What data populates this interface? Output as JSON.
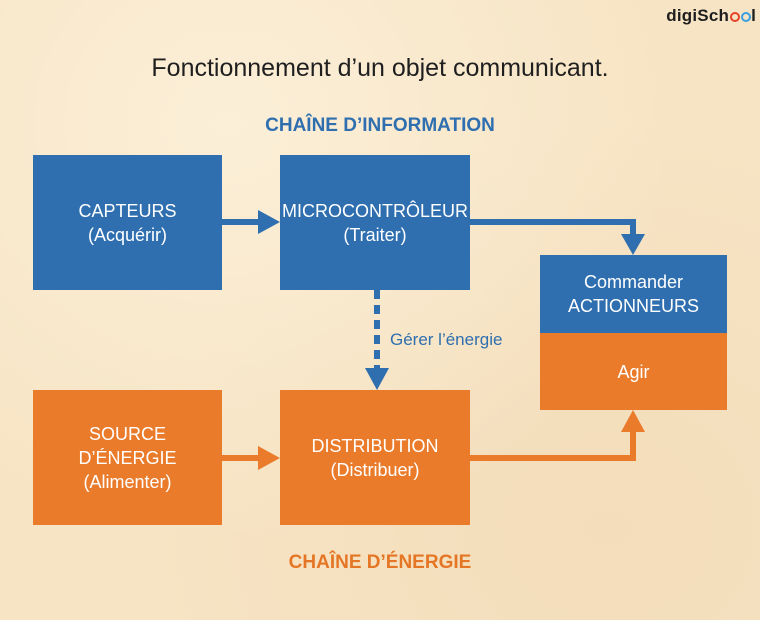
{
  "brand": {
    "name_prefix": "digiSch",
    "name_suffix": "l"
  },
  "title": "Fonctionnement d’un objet communicant.",
  "chains": {
    "information": "CHAÎNE D’INFORMATION",
    "energy": "CHAÎNE D’ÉNERGIE"
  },
  "boxes": {
    "capteurs": {
      "line1": "CAPTEURS",
      "line2": "(Acquérir)"
    },
    "micro": {
      "line1": "MICROCONTRÔLEUR",
      "line2": "(Traiter)"
    },
    "source": {
      "line1": "SOURCE",
      "line2": "D’ÉNERGIE",
      "line3": "(Alimenter)"
    },
    "distribution": {
      "line1": "DISTRIBUTION",
      "line2": "(Distribuer)"
    },
    "commander": {
      "line1": "Commander",
      "line2": "ACTIONNEURS"
    },
    "agir": {
      "line1": "Agir"
    }
  },
  "connector_labels": {
    "gerer": "Gérer l’énergie"
  },
  "colors": {
    "background": "#f7e4c4",
    "info_blue": "#2f6fb0",
    "energy_orange": "#ea7b2b",
    "text_dark": "#1f1f1f"
  }
}
